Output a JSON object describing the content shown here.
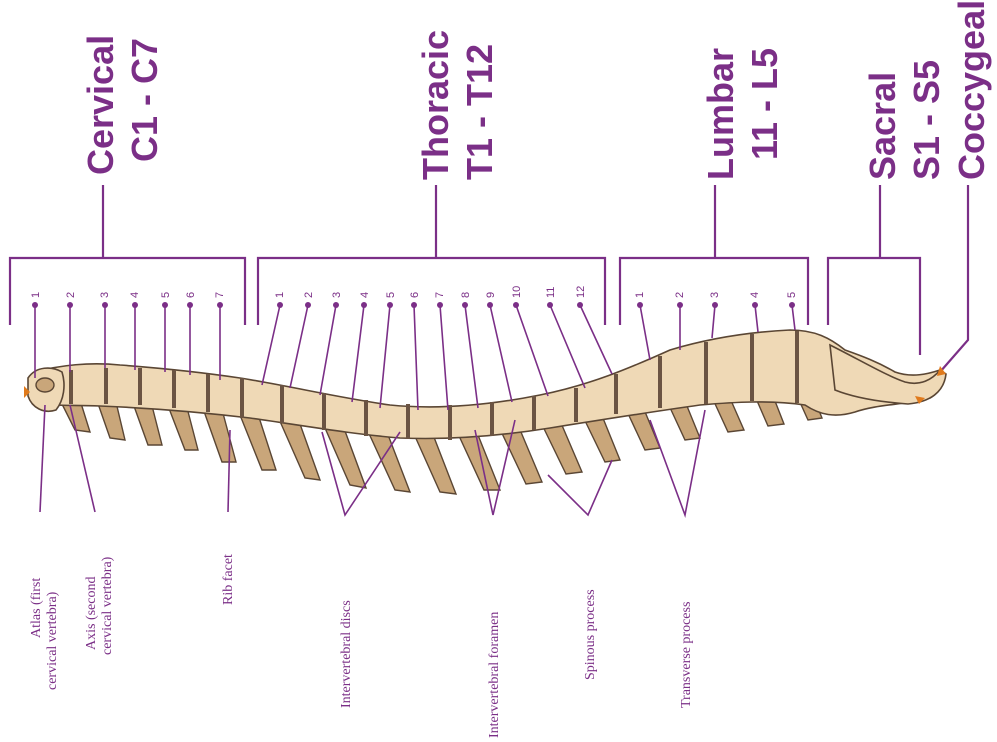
{
  "colors": {
    "label": "#7b2f87",
    "bone": "#efd9b6",
    "bone_shadow": "#c9a67a",
    "outline": "#5a4634",
    "accent": "#e07a1c"
  },
  "regions": [
    {
      "name": "Cervical",
      "range": "C1 - C7",
      "numbers": [
        "1",
        "2",
        "3",
        "4",
        "5",
        "6",
        "7"
      ]
    },
    {
      "name": "Thoracic",
      "range": "T1 - T12",
      "numbers": [
        "1",
        "2",
        "3",
        "4",
        "5",
        "6",
        "7",
        "8",
        "9",
        "10",
        "11",
        "12"
      ]
    },
    {
      "name": "Lumbar",
      "range": "11 - L5",
      "numbers": [
        "1",
        "2",
        "3",
        "4",
        "5"
      ]
    },
    {
      "name": "Sacral",
      "range": "S1 - S5",
      "numbers": []
    },
    {
      "name": "Coccygeal",
      "range": "",
      "numbers": []
    }
  ],
  "annotations": {
    "atlas_line1": "Atlas (first",
    "atlas_line2": "cervical vertebra)",
    "axis_line1": "Axis (second",
    "axis_line2": "cervical vertebra)",
    "rib_facet": "Rib facet",
    "intervertebral_discs": "Intervertebral discs",
    "intervertebral_foramen": "Intervertebral foramen",
    "spinous_process": "Spinous process",
    "transverse_process": "Transverse process"
  }
}
